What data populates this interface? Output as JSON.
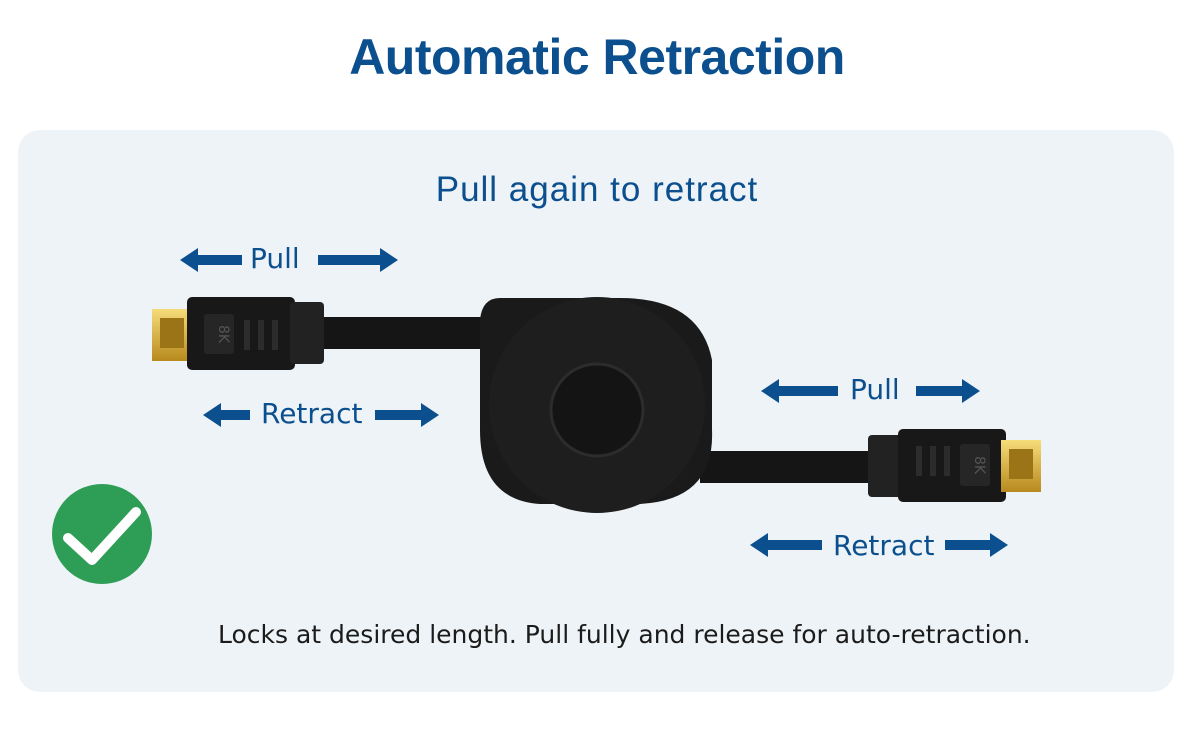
{
  "title": "Automatic Retraction",
  "subtitle": "Pull again to retract",
  "labels": {
    "left_pull": "Pull",
    "left_retract": "Retract",
    "right_pull": "Pull",
    "right_retract": "Retract"
  },
  "connector_mark": "8K",
  "caption": "Locks at desired length. Pull fully and release for auto-retraction.",
  "colors": {
    "accent": "#0b4f8e",
    "check": "#2e9e57"
  }
}
